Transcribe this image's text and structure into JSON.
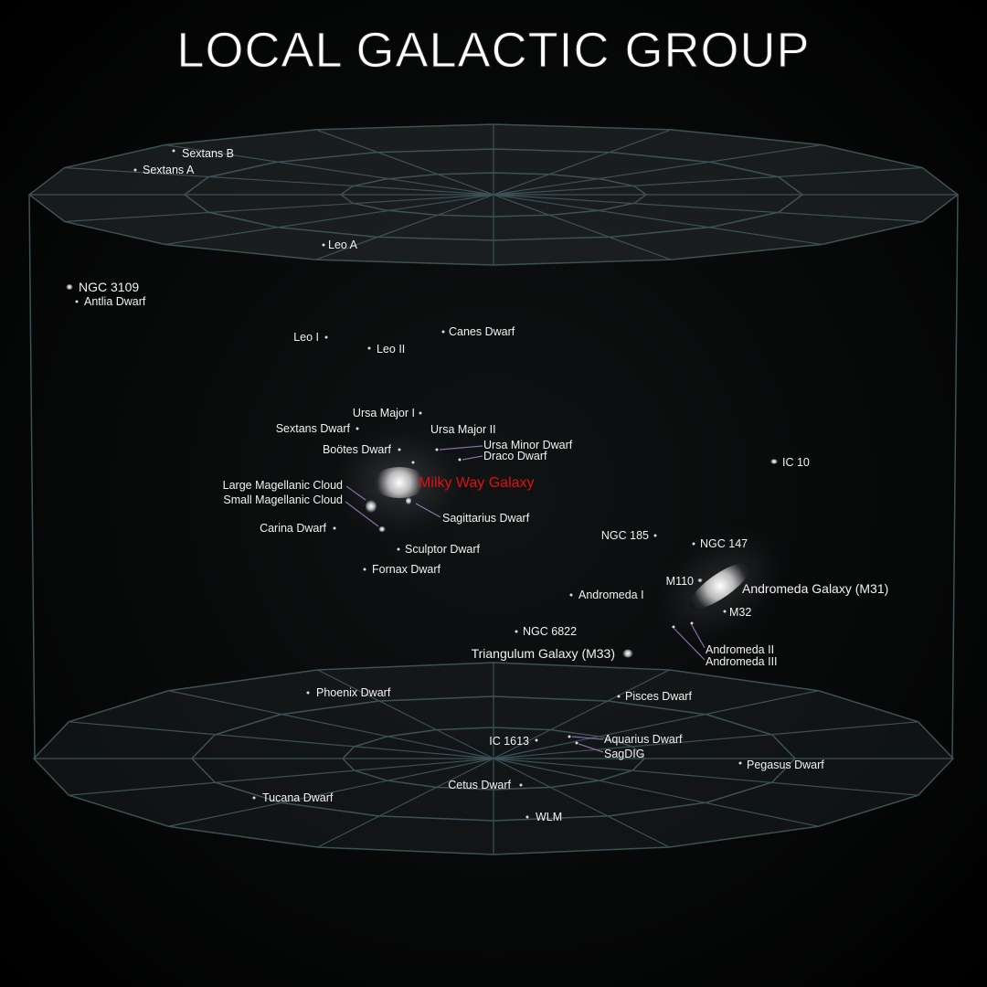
{
  "title": "LOCAL GALACTIC GROUP",
  "colors": {
    "background": "#000000",
    "grid": "#3c5256",
    "label": "#f2f2f2",
    "milky_way": "#e01010"
  },
  "objects": {
    "sextans_b": "Sextans B",
    "sextans_a": "Sextans A",
    "leo_a": "Leo A",
    "ngc_3109": "NGC 3109",
    "antlia": "Antlia Dwarf",
    "leo_i": "Leo I",
    "leo_ii": "Leo II",
    "canes": "Canes Dwarf",
    "ursa_major_i": "Ursa Major I",
    "sextans_dwarf": "Sextans Dwarf",
    "ursa_major_ii": "Ursa Major II",
    "ursa_minor": "Ursa Minor Dwarf",
    "draco": "Draco Dwarf",
    "bootes": "Boötes Dwarf",
    "milky_way": "Milky Way Galaxy",
    "lmc": "Large Magellanic Cloud",
    "smc": "Small Magellanic Cloud",
    "sagittarius": "Sagittarius Dwarf",
    "carina": "Carina Dwarf",
    "sculptor": "Sculptor Dwarf",
    "fornax": "Fornax Dwarf",
    "ic_10": "IC 10",
    "ngc_185": "NGC 185",
    "ngc_147": "NGC 147",
    "m110": "M110",
    "andromeda": "Andromeda Galaxy (M31)",
    "m32": "M32",
    "andromeda_i": "Andromeda I",
    "ngc_6822": "NGC 6822",
    "triangulum": "Triangulum Galaxy (M33)",
    "andromeda_ii": "Andromeda II",
    "andromeda_iii": "Andromeda III",
    "phoenix": "Phoenix Dwarf",
    "pisces": "Pisces Dwarf",
    "ic_1613": "IC 1613",
    "aquarius": "Aquarius Dwarf",
    "sagdig": "SagDIG",
    "pegasus": "Pegasus Dwarf",
    "cetus": "Cetus Dwarf",
    "tucana": "Tucana Dwarf",
    "wlm": "WLM"
  }
}
